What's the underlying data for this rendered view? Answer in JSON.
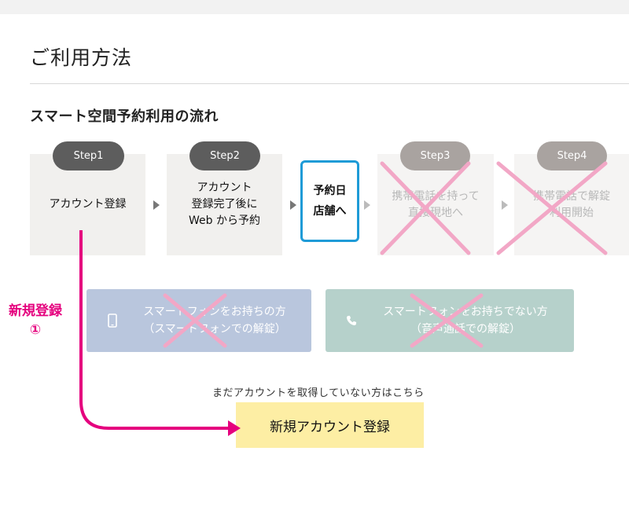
{
  "page": {
    "title": "ご利用方法",
    "section_title": "スマート空間予約利用の流れ"
  },
  "steps": [
    {
      "pill": "Step1",
      "text": "アカウント登録"
    },
    {
      "pill": "Step2",
      "text": "アカウント\n登録完了後に\nWeb から予約"
    },
    {
      "pill": "Step3",
      "text": "携帯電話を持って\n直接現地へ"
    },
    {
      "pill": "Step4",
      "text": "携帯電話で解錠\n利用開始"
    }
  ],
  "highlight": {
    "text": "予約日\n店舗へ"
  },
  "options": [
    {
      "line1": "スマートフォンをお持ちの方",
      "line2": "（スマートフォンでの解錠）"
    },
    {
      "line1": "スマートフォンをお持ちでない方",
      "line2": "（音声通話での解錠）"
    }
  ],
  "register": {
    "notice": "まだアカウントを取得していない方はこちら",
    "button_label": "新規アカウント登録"
  },
  "annotation": {
    "label": "新規登録",
    "number": "①",
    "color": "#e5007e"
  },
  "colors": {
    "focus_border": "#1e9bd7",
    "register_button": "#fdeea4",
    "cross_mark": "#f2a7c6"
  },
  "icons": [
    "smartphone-icon",
    "phone-handset-icon",
    "cross-mark-icon"
  ]
}
